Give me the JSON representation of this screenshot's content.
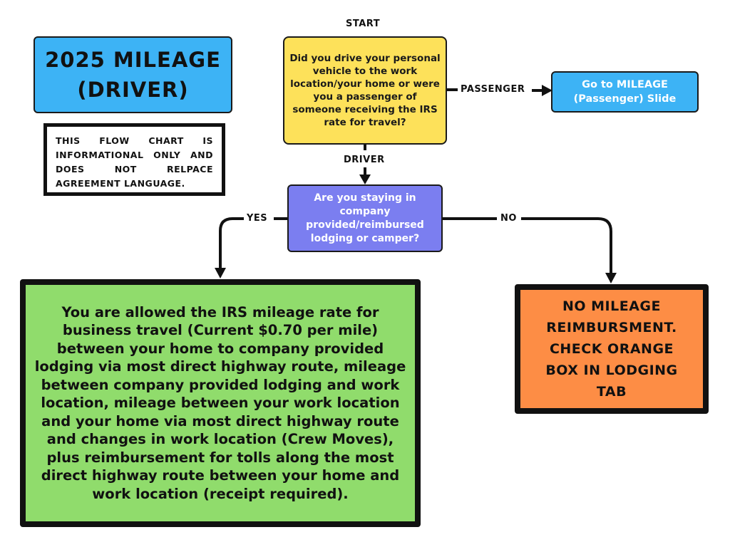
{
  "colors": {
    "title_bg": "#3db3f5",
    "question_bg": "#fde15a",
    "passenger_bg": "#3db3f5",
    "lodging_bg": "#7b7ef0",
    "green_bg": "#90dc6c",
    "orange_bg": "#fd8d45",
    "connector": "#111111"
  },
  "title": {
    "text": "2025 MILEAGE\n(DRIVER)"
  },
  "disclaimer": {
    "text": "THIS FLOW CHART IS INFORMATIONAL ONLY AND DOES NOT RELPACE AGREEMENT LANGUAGE."
  },
  "flow": {
    "start_label": "START",
    "question": "Did you drive your personal vehicle to the work location/your home or were you a passenger of someone receiving the IRS rate for travel?",
    "passenger_label": "PASSENGER",
    "passenger_box": "Go to MILEAGE (Passenger) Slide",
    "driver_label": "DRIVER",
    "lodging_question": "Are you staying in company provided/reimbursed lodging or camper?",
    "yes_label": "YES",
    "no_label": "NO",
    "yes_result": "You are allowed the IRS mileage rate for business travel (Current $0.70 per mile) between your home to company provided lodging via most direct highway route, mileage between company provided lodging and work location, mileage between your work location and your home via most direct highway route and changes in work location (Crew Moves), plus reimbursement for tolls along the most direct highway route between your home and work location (receipt required).",
    "no_result": "NO MILEAGE\nREIMBURSMENT.\nCHECK ORANGE\nBOX IN LODGING\nTAB"
  }
}
